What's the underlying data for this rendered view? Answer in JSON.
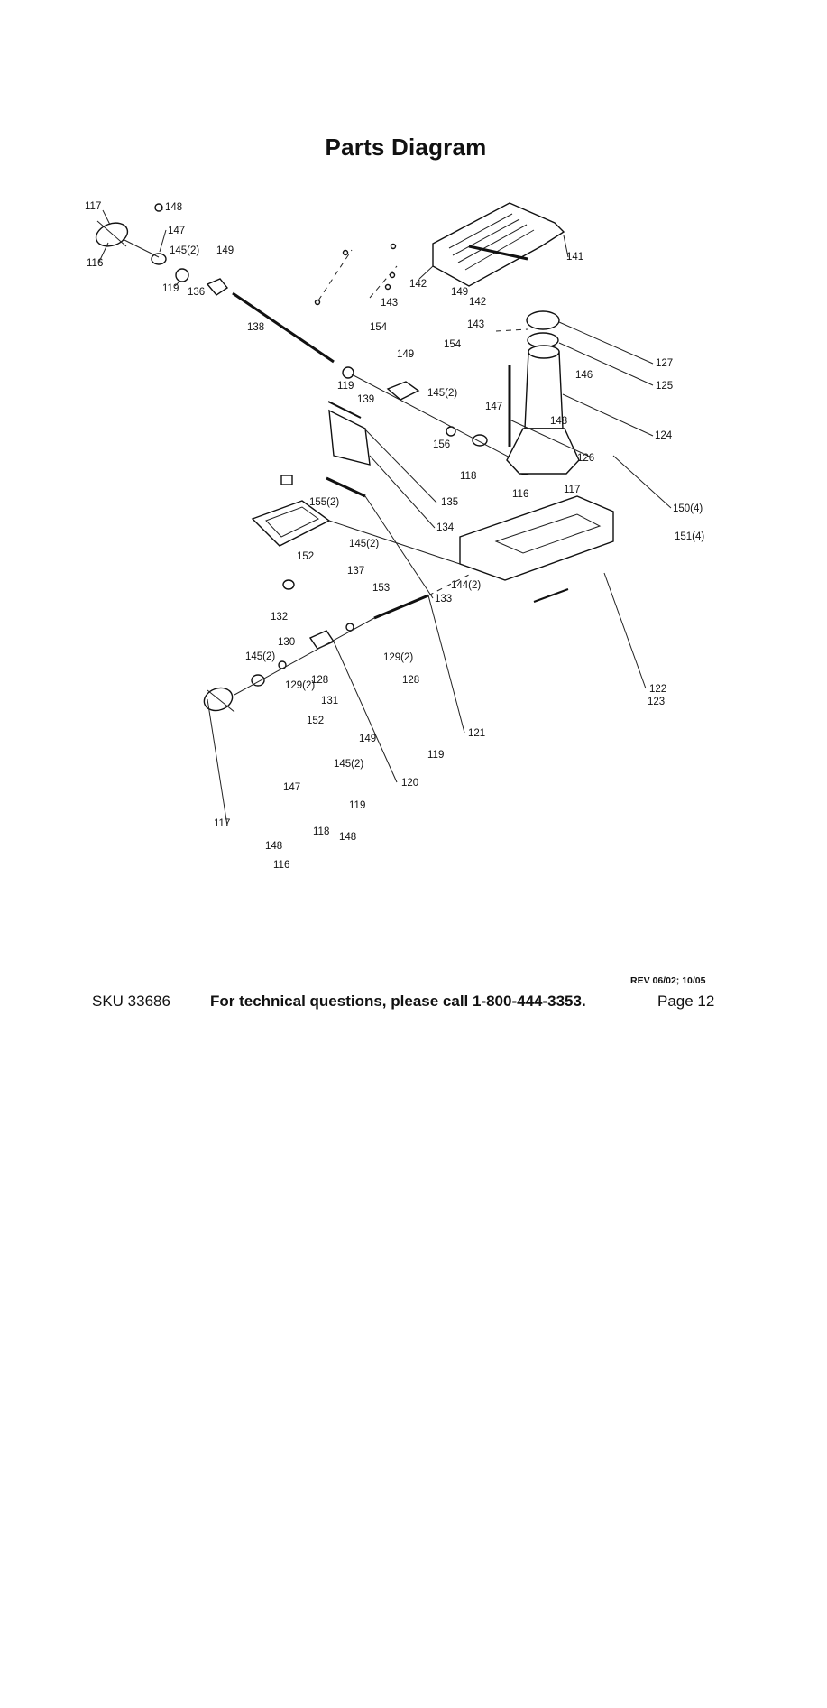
{
  "title": "Parts Diagram",
  "part_labels": [
    "117",
    "148",
    "147",
    "145(2)",
    "149",
    "116",
    "119",
    "136",
    "138",
    "141",
    "142",
    "149",
    "142",
    "143",
    "154",
    "143",
    "154",
    "149",
    "139",
    "119",
    "145(2)",
    "156",
    "147",
    "148",
    "118",
    "116",
    "117",
    "127",
    "146",
    "125",
    "124",
    "126",
    "150(4)",
    "151(4)",
    "155(2)",
    "135",
    "134",
    "145(2)",
    "137",
    "152",
    "153",
    "144(2)",
    "133",
    "132",
    "130",
    "145(2)",
    "128",
    "129(2)",
    "129(2)",
    "128",
    "131",
    "152",
    "122",
    "123",
    "121",
    "149",
    "119",
    "145(2)",
    "120",
    "147",
    "119",
    "117",
    "118",
    "148",
    "148",
    "116"
  ],
  "revision": "REV 06/02; 10/05",
  "footer": {
    "sku": "SKU 33686",
    "tech_line": "For technical questions, please call 1-800-444-3353.",
    "page": "Page 12"
  }
}
